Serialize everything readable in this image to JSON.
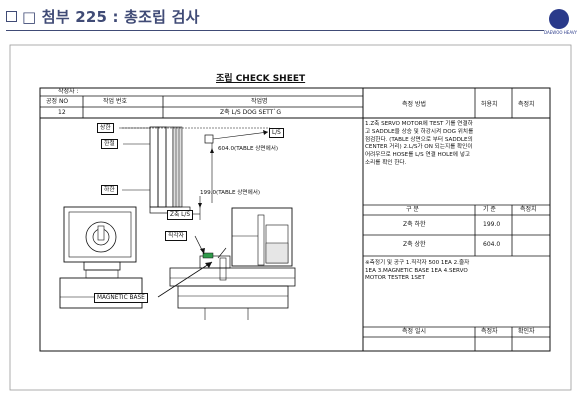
{
  "header": {
    "title": "□ 첨부 225 : 총조립 검사"
  },
  "sheet": {
    "title": "조립 CHECK SHEET",
    "writer_label": "작성자 :",
    "columns": {
      "process_no": "공정 NO",
      "work_no": "작업 번호",
      "work_name": "작업명",
      "method": "측정 방법",
      "tolerance": "허용치",
      "measured": "측정치"
    },
    "row": {
      "process_no": "12",
      "work_name": "Z축 L/S DOG SETT`G"
    },
    "method_text": "1.Z축 SERVO MOTOR에 TEST 기를 연결하고 SADDLE을 상승 및 하강시켜 DOG 위치를 점검한다. (TABLE 상면으로 부터 SADDLE의 CENTER 거리) 2.L/S가 ON 되는지를 확인이 어려우므로 HOSE를 L/S 연결 HOLE에 넣고 소리를 확인 한다.",
    "sub_columns": {
      "item": "구  분",
      "standard": "기  준",
      "measured": "측정치"
    },
    "measure_rows": [
      {
        "item": "Z축 하한",
        "standard": "199.0"
      },
      {
        "item": "Z축 상한",
        "standard": "604.0"
      }
    ],
    "equipment_text": "※측정기 및 공구 1.직각자 500 1EA 2.줄자 1EA 3.MAGNETIC BASE 1EA 4.SERVO MOTOR TESTER 1SET",
    "footer": {
      "date": "측정 일시",
      "measurer": "측정자",
      "checker": "확인자"
    }
  },
  "diagram": {
    "labels": {
      "upper": "상한",
      "lower": "하한",
      "stopper": "한절",
      "ls": "L/S",
      "ls_z": "Z축 L/S",
      "square": "직각자",
      "magnetic": "MAGNETIC BASE"
    },
    "notes": {
      "upper_dim": "604.0(TABLE 상면에서)",
      "lower_dim": "199.0(TABLE 상면에서)"
    }
  },
  "logo": {
    "caption": "DAEWOO HEAVY"
  }
}
